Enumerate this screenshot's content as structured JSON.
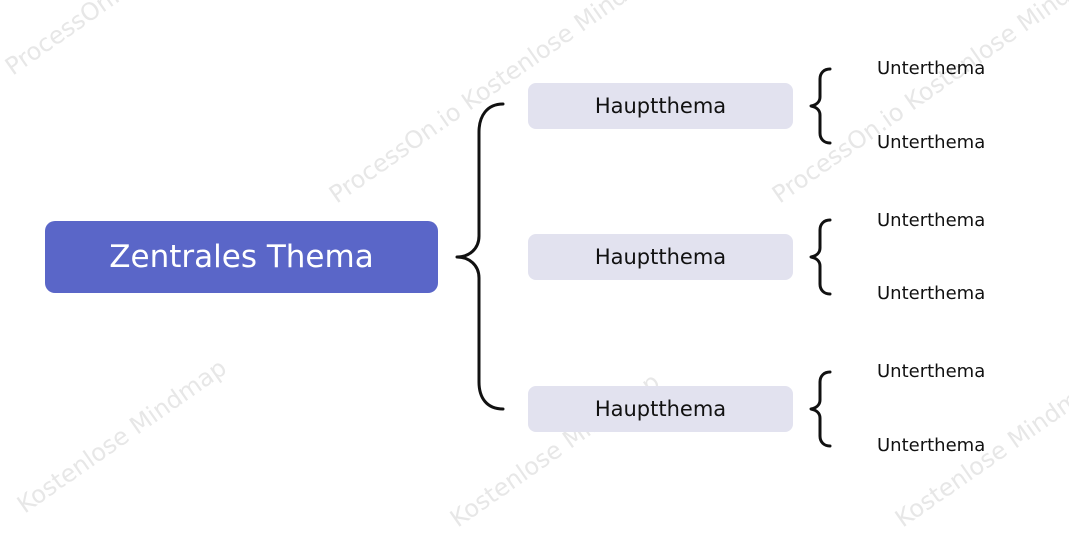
{
  "mindmap": {
    "central_topic": "Zentrales Thema",
    "main_topics": [
      {
        "label": "Hauptthema",
        "subtopics": [
          "Unterthema",
          "Unterthema"
        ]
      },
      {
        "label": "Hauptthema",
        "subtopics": [
          "Unterthema",
          "Unterthema"
        ]
      },
      {
        "label": "Hauptthema",
        "subtopics": [
          "Unterthema",
          "Unterthema"
        ]
      }
    ]
  },
  "watermark": {
    "line1": "ProcessOn.io Kostenlose Mindmap",
    "line2": "Kostenlose Mindmap"
  },
  "colors": {
    "central_background": "#5a66c8",
    "main_topic_background": "#e2e2ef",
    "connector": "#111111"
  }
}
